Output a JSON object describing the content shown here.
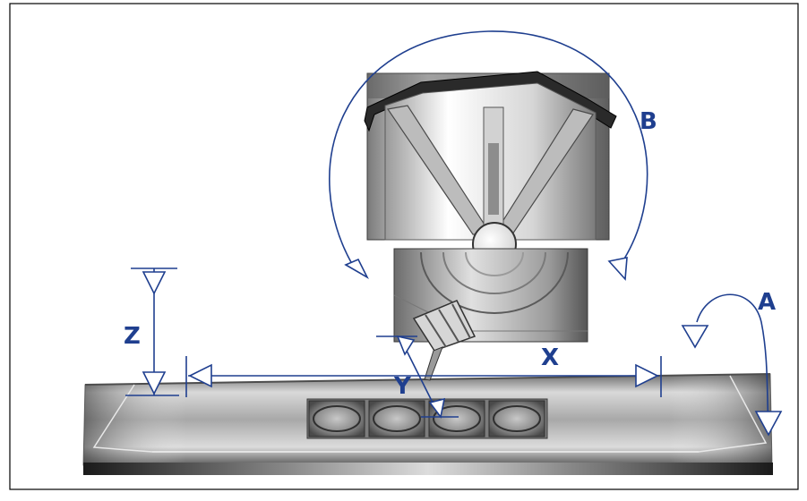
{
  "diagram": {
    "labels": {
      "b": "B",
      "a": "A",
      "z": "Z",
      "x": "X",
      "y": "Y"
    },
    "colors": {
      "axis_label": "#1f3f8f",
      "arrow": "#1f3f8f",
      "frame": "#000000",
      "metal_dark": "#4a4a4a",
      "metal_light": "#e8e8e8"
    }
  }
}
